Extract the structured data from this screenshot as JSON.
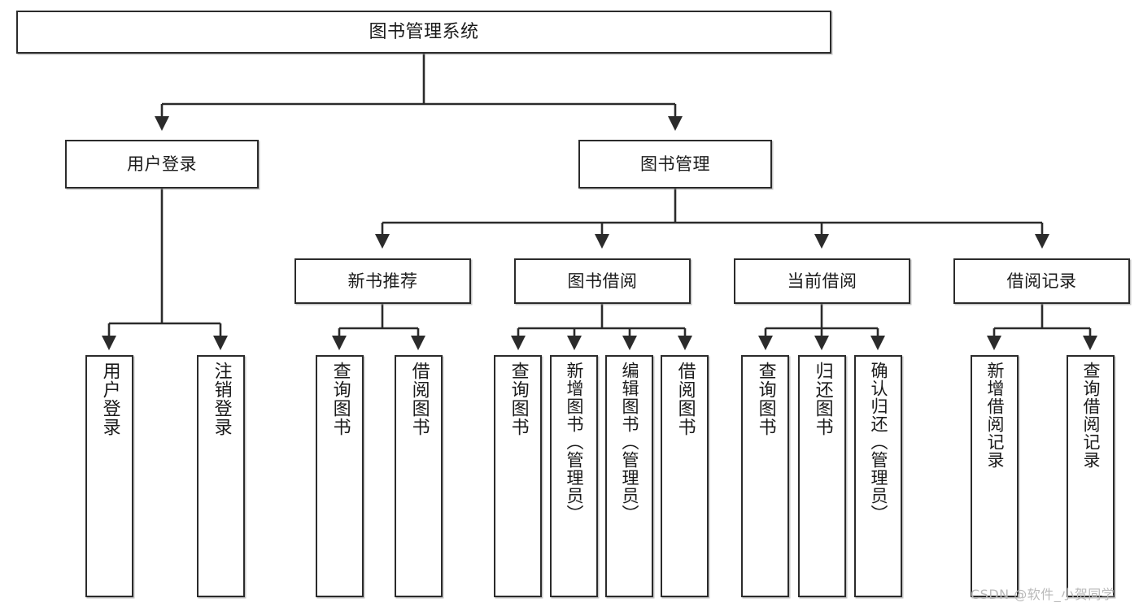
{
  "diagram": {
    "type": "tree",
    "title": "图书管理系统",
    "watermark": "CSDN @软件_小贺同学",
    "colors": {
      "box_border": "#2b2b2b",
      "box_fill": "#ffffff",
      "edge": "#2b2b2b",
      "text": "#1a1a1a",
      "watermark": "#b9b9b9",
      "background": "#ffffff"
    },
    "nodes": {
      "root": {
        "label": "图书管理系统"
      },
      "level2": [
        {
          "id": "user-login",
          "label": "用户登录"
        },
        {
          "id": "book-manage",
          "label": "图书管理"
        }
      ],
      "level3": [
        {
          "id": "new-book-recommend",
          "label": "新书推荐"
        },
        {
          "id": "book-borrow",
          "label": "图书借阅"
        },
        {
          "id": "current-borrow",
          "label": "当前借阅"
        },
        {
          "id": "borrow-record",
          "label": "借阅记录"
        }
      ],
      "leaves": {
        "user-login": [
          {
            "id": "leaf-user-login",
            "label": "用户登录"
          },
          {
            "id": "leaf-logout-login",
            "label": "注销登录"
          }
        ],
        "new-book-recommend": [
          {
            "id": "leaf-query-book-1",
            "label": "查询图书"
          },
          {
            "id": "leaf-borrow-book-1",
            "label": "借阅图书"
          }
        ],
        "book-borrow": [
          {
            "id": "leaf-query-book-2",
            "label": "查询图书"
          },
          {
            "id": "leaf-add-book",
            "label": "新增图书（管理员）"
          },
          {
            "id": "leaf-edit-book",
            "label": "编辑图书（管理员）"
          },
          {
            "id": "leaf-borrow-book-2",
            "label": "借阅图书"
          }
        ],
        "current-borrow": [
          {
            "id": "leaf-query-book-3",
            "label": "查询图书"
          },
          {
            "id": "leaf-return-book",
            "label": "归还图书"
          },
          {
            "id": "leaf-confirm-return",
            "label": "确认归还（管理员）"
          }
        ],
        "borrow-record": [
          {
            "id": "leaf-add-record",
            "label": "新增借阅记录"
          },
          {
            "id": "leaf-query-record",
            "label": "查询借阅记录"
          }
        ]
      }
    }
  }
}
